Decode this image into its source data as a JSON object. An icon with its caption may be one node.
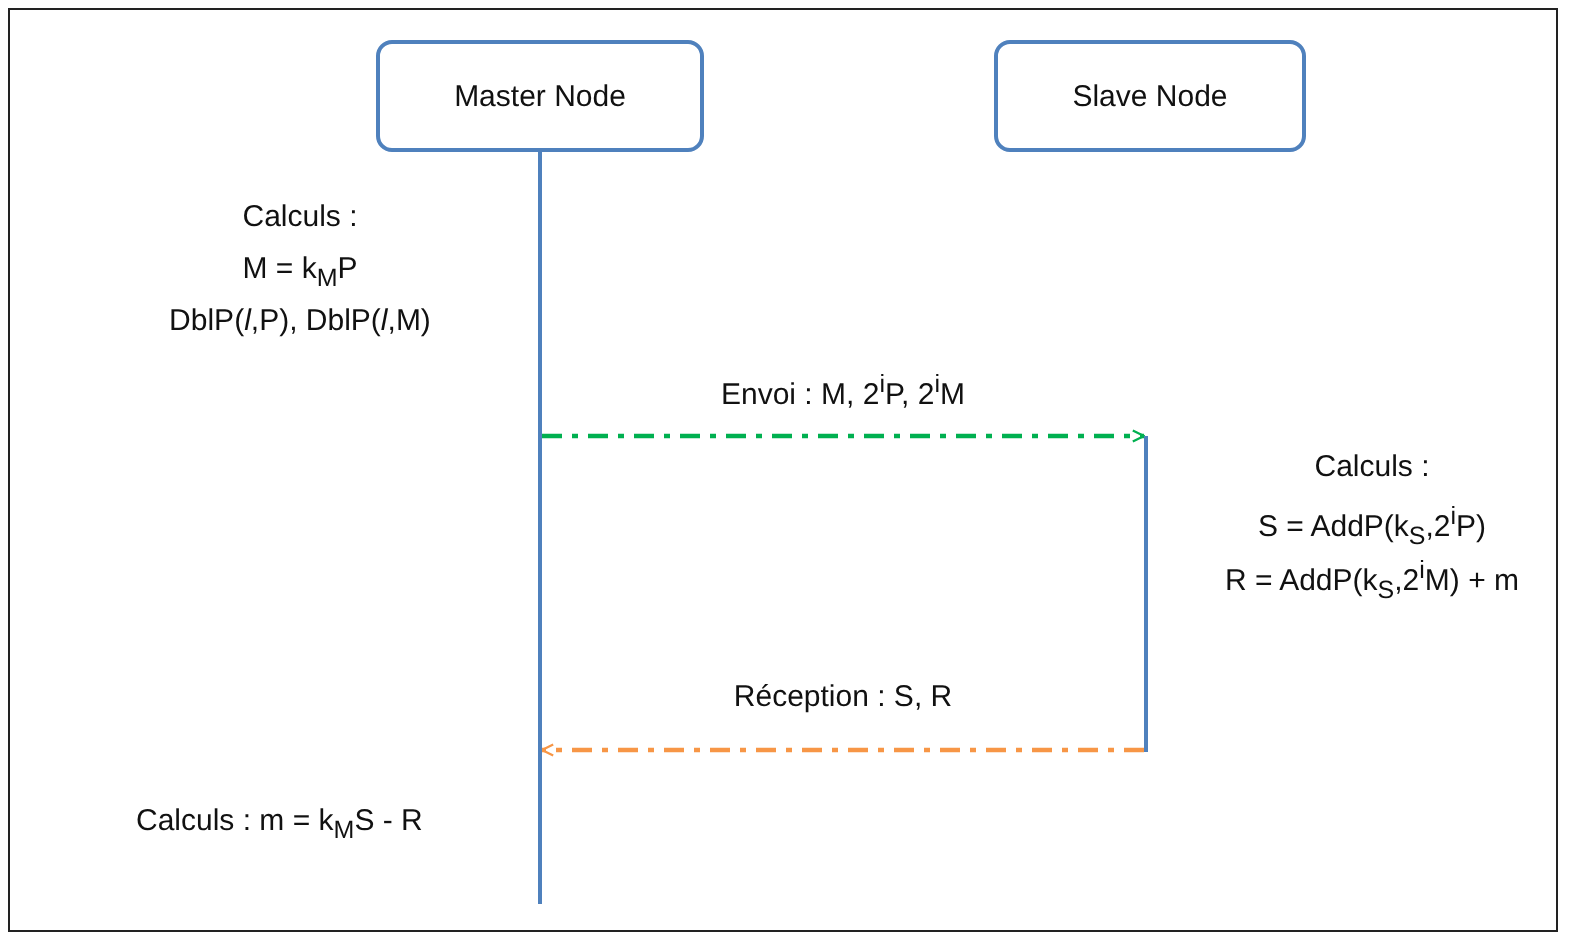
{
  "diagram": {
    "nodes": [
      {
        "text": [
          "Master Node"
        ]
      },
      {
        "text": [
          "Slave Node"
        ]
      },
      {
        "text": [],
        "shape": "bar"
      },
      {
        "text": [],
        "shape": "bar"
      }
    ],
    "edges": [
      {
        "from": 2,
        "to": 3,
        "arrow": "to",
        "label": "Envoi : M, 2$^{i}$P, 2$^{i}$M",
        "style": "dashed",
        "color": "#00b050"
      },
      {
        "from": 3,
        "to": 2,
        "arrow": "to",
        "label": "Réception : S, R",
        "style": "dashed",
        "color": "#f79646"
      }
    ],
    "labels": [
      "Calculs :",
      "M = k$_{M}$P",
      "DblP(*l*,P), DblP(*l*,M)",
      "Calculs :",
      "S = AddP(k$_{S}$,2$^{i}$P)",
      "R = AddP(k$_{S}$,2$^{i}$M) + m",
      "Calculs : m = k$_{M}$S - R"
    ]
  }
}
